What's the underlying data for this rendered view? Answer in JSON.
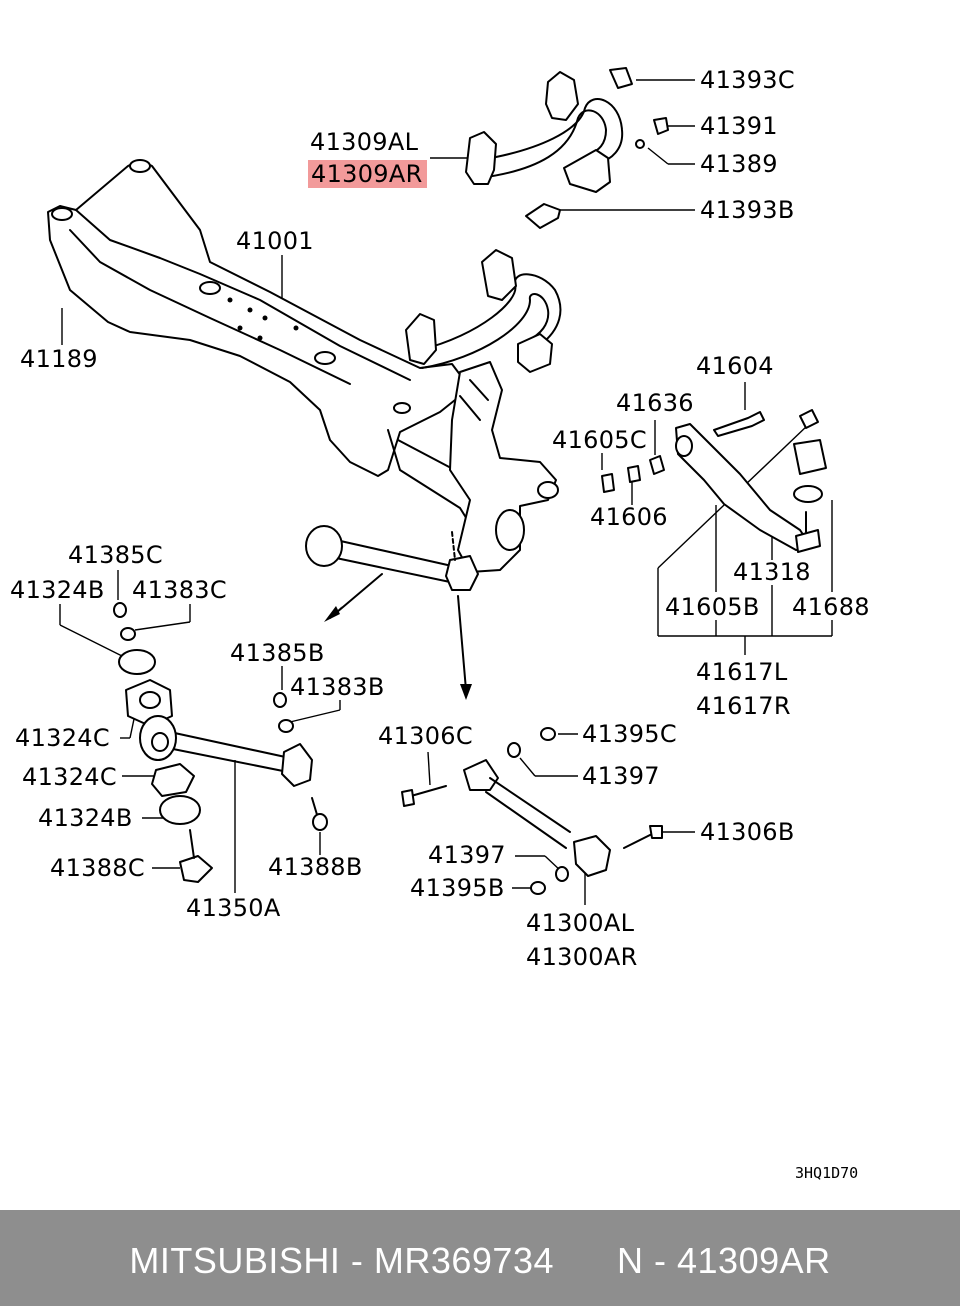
{
  "labels": {
    "p41393C": "41393C",
    "p41391": "41391",
    "p41389": "41389",
    "p41309AL": "41309AL",
    "p41309AR": "41309AR",
    "p41393B": "41393B",
    "p41001": "41001",
    "p41189": "41189",
    "p41604": "41604",
    "p41636": "41636",
    "p41605C": "41605C",
    "p41606": "41606",
    "p41318": "41318",
    "p41605B": "41605B",
    "p41688": "41688",
    "p41617L": "41617L",
    "p41617R": "41617R",
    "p41385C": "41385C",
    "p41324B_top": "41324B",
    "p41383C": "41383C",
    "p41385B": "41385B",
    "p41383B": "41383B",
    "p41324C_a": "41324C",
    "p41324C_b": "41324C",
    "p41324B_bot": "41324B",
    "p41388C": "41388C",
    "p41388B": "41388B",
    "p41350A": "41350A",
    "p41306C": "41306C",
    "p41395C": "41395C",
    "p41397_a": "41397",
    "p41306B": "41306B",
    "p41397_b": "41397",
    "p41395B": "41395B",
    "p41300AL": "41300AL",
    "p41300AR": "41300AR"
  },
  "highlight_color": "#f29a9a",
  "diagram_code": "3HQ1D70",
  "footer": {
    "text": "MITSUBISHI - MR369734      N - 41309AR",
    "background": "#8e8e8e"
  }
}
